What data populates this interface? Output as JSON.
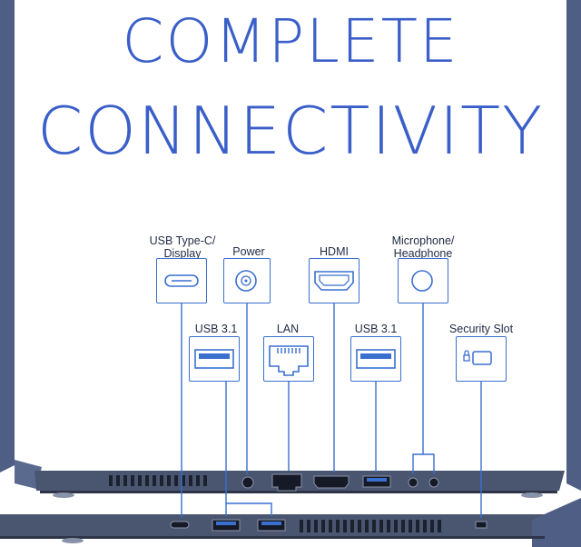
{
  "headline": {
    "line1": "COMPLETE",
    "line2": "CONNECTIVITY"
  },
  "ports": {
    "usb_c": {
      "line1": "USB Type-C/",
      "line2": "Display"
    },
    "power": "Power",
    "hdmi": "HDMI",
    "audio": {
      "line1": "Microphone/",
      "line2": "Headphone"
    },
    "usb31_left": "USB 3.1",
    "lan": "LAN",
    "usb31_right": "USB 3.1",
    "security": "Security Slot"
  },
  "colors": {
    "accent": "#3a6fd0",
    "laptop_body": "#4a5568"
  },
  "icons": [
    "usb-c-icon",
    "power-jack-icon",
    "hdmi-icon",
    "audio-jack-icon",
    "usb-a-icon",
    "ethernet-icon",
    "lock-slot-icon"
  ]
}
